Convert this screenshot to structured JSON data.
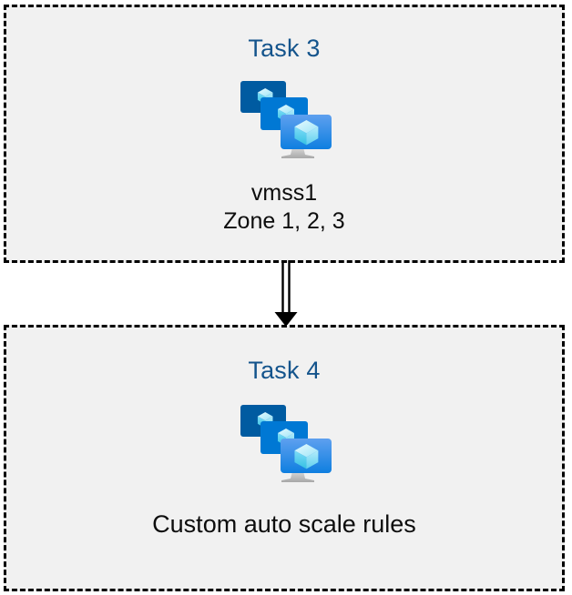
{
  "diagram": {
    "background_color": "#ffffff",
    "box_fill_color": "#f1f1f1",
    "box_border_color": "#000000",
    "title_color": "#14548c",
    "text_color": "#0d0d0d",
    "connector_color": "#000000"
  },
  "boxes": [
    {
      "title": "Task 3",
      "icon": "azure-vm-scale-set-icon",
      "caption": "vmss1\nZone 1, 2, 3"
    },
    {
      "title": "Task 4",
      "icon": "azure-vm-scale-set-icon",
      "caption": "Custom auto scale rules"
    }
  ],
  "connector": {
    "type": "double-line-arrow",
    "direction": "down",
    "from": "Task 3",
    "to": "Task 4"
  },
  "icon_palette": {
    "monitor_back": "#005ba1",
    "monitor_middle": "#0078d4",
    "monitor_front_top": "#5ea0ef",
    "monitor_front_bottom": "#0f7fe0",
    "cube_light": "#c3f1ff",
    "cube_mid": "#7fdcf7",
    "cube_dark": "#32bedd",
    "stand": "#b3b3b3"
  }
}
